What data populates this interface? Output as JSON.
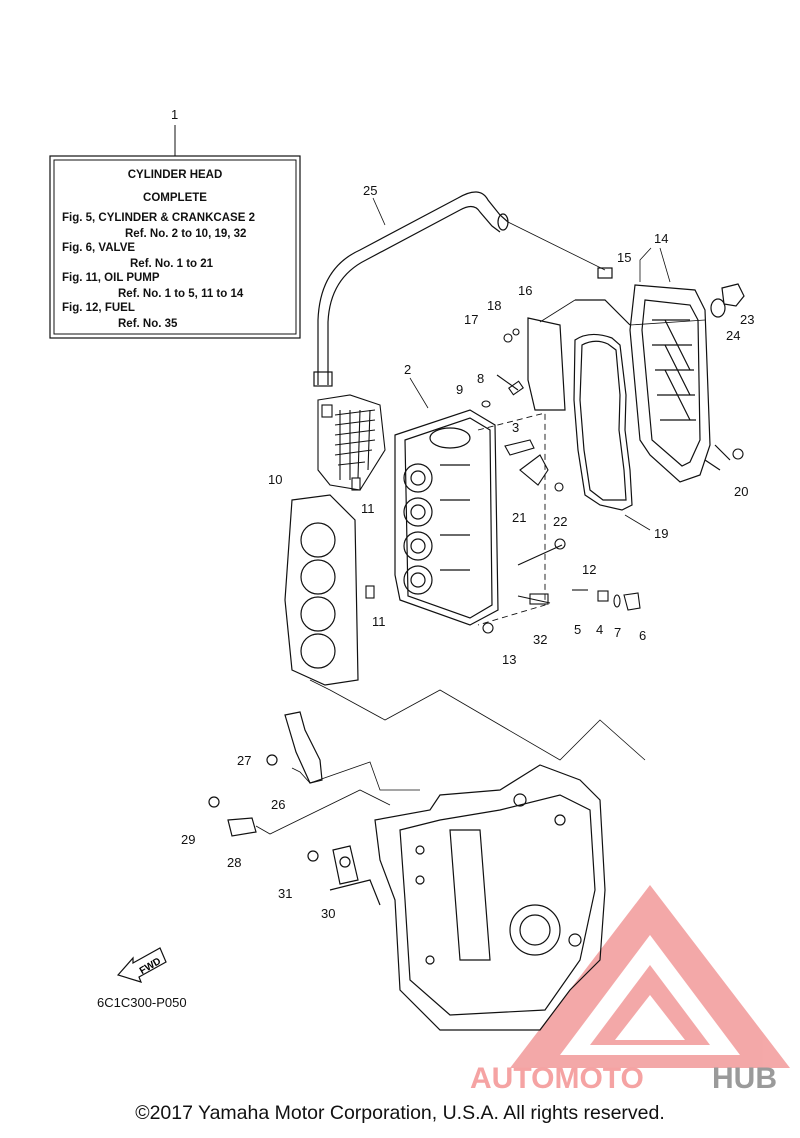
{
  "info_box": {
    "callout": "1",
    "title": "CYLINDER HEAD",
    "subtitle": "COMPLETE",
    "lines": [
      "Fig. 5, CYLINDER & CRANKCASE 2",
      "Ref. No. 2 to 10, 19, 32",
      "Fig. 6, VALVE",
      "Ref. No. 1 to 21",
      "Fig. 11, OIL PUMP",
      "Ref. No. 1 to 5, 11 to 14",
      "Fig. 12, FUEL",
      "Ref. No. 35"
    ]
  },
  "callouts": [
    "25",
    "14",
    "15",
    "23",
    "24",
    "16",
    "18",
    "17",
    "2",
    "9",
    "8",
    "3",
    "10",
    "11",
    "21",
    "22",
    "20",
    "19",
    "12",
    "11",
    "5",
    "4",
    "7",
    "6",
    "32",
    "13",
    "27",
    "26",
    "29",
    "28",
    "31",
    "30"
  ],
  "fwd_label": "FWD",
  "diagram_code": "6C1C300-P050",
  "watermark": {
    "part1": "AUTOMOTO",
    "part2": "HUB",
    "color_main": "#f5a3a3",
    "color_hub": "#9a9a9a"
  },
  "copyright": "©2017 Yamaha Motor Corporation, U.S.A. All rights reserved."
}
